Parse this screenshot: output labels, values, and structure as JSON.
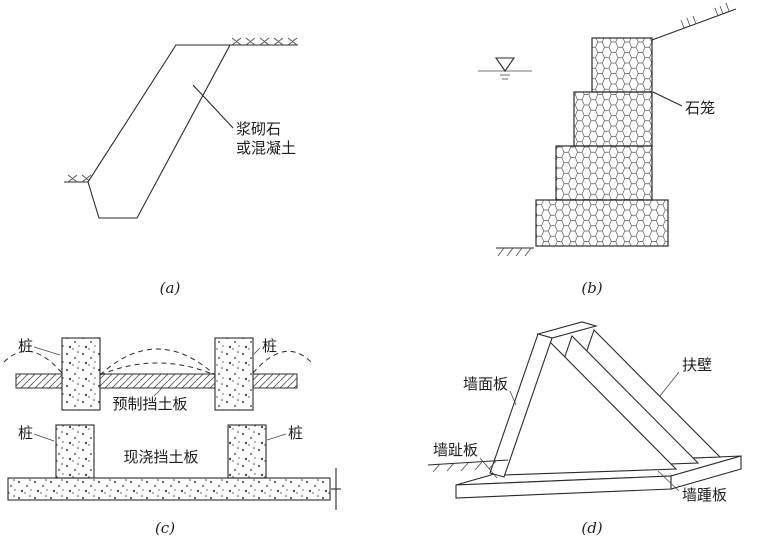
{
  "colors": {
    "line": "#2b2b2b",
    "background": "#ffffff"
  },
  "fig_a": {
    "caption": "(a)",
    "material_label_line1": "浆砌石",
    "material_label_line2": "或混凝土"
  },
  "fig_b": {
    "caption": "(b)",
    "gabion_label": "石笼"
  },
  "fig_c": {
    "caption": "(c)",
    "precast": {
      "pile_left": "桩",
      "pile_right": "桩",
      "board_label": "预制挡土板"
    },
    "cast_in_place": {
      "pile_left": "桩",
      "pile_right": "桩",
      "board_label": "现浇挡土板"
    }
  },
  "fig_d": {
    "caption": "(d)",
    "face_panel_label": "墙面板",
    "counterfort_label": "扶壁",
    "toe_slab_label": "墙趾板",
    "heel_slab_label": "墙踵板"
  }
}
